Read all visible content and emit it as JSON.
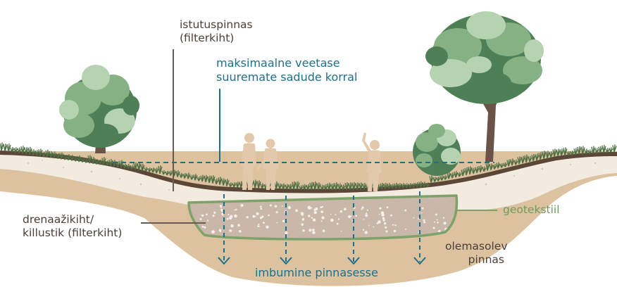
{
  "labels": {
    "topsoil_line1": "istutuspinnas",
    "topsoil_line2": "(filterkiht)",
    "water_line1": "maksimaalne veetase",
    "water_line2": "suuremate sadude korral",
    "drainage_line1": "drenaažikiht/",
    "drainage_line2": "killustik (filterkiht)",
    "geotextile": "geotekstiil",
    "native_line1": "olemasolev",
    "native_line2": "pinnas",
    "infiltration": "imbumine pinnasesse"
  },
  "colors": {
    "soil": "#ddc2a0",
    "filter_layer": "#f2ebe0",
    "topsoil": "#5b4638",
    "gravel": "#c9b7aa",
    "geotextile": "#7fa26a",
    "water": "#1f6f8b",
    "leader": "#6b5a50",
    "person": "#e2c9ab",
    "foliage_dark": "#4f7f57",
    "foliage_mid": "#86b184",
    "foliage_light": "#b5d3b1",
    "trunk": "#6a5447",
    "grass": "#4f6f44"
  }
}
